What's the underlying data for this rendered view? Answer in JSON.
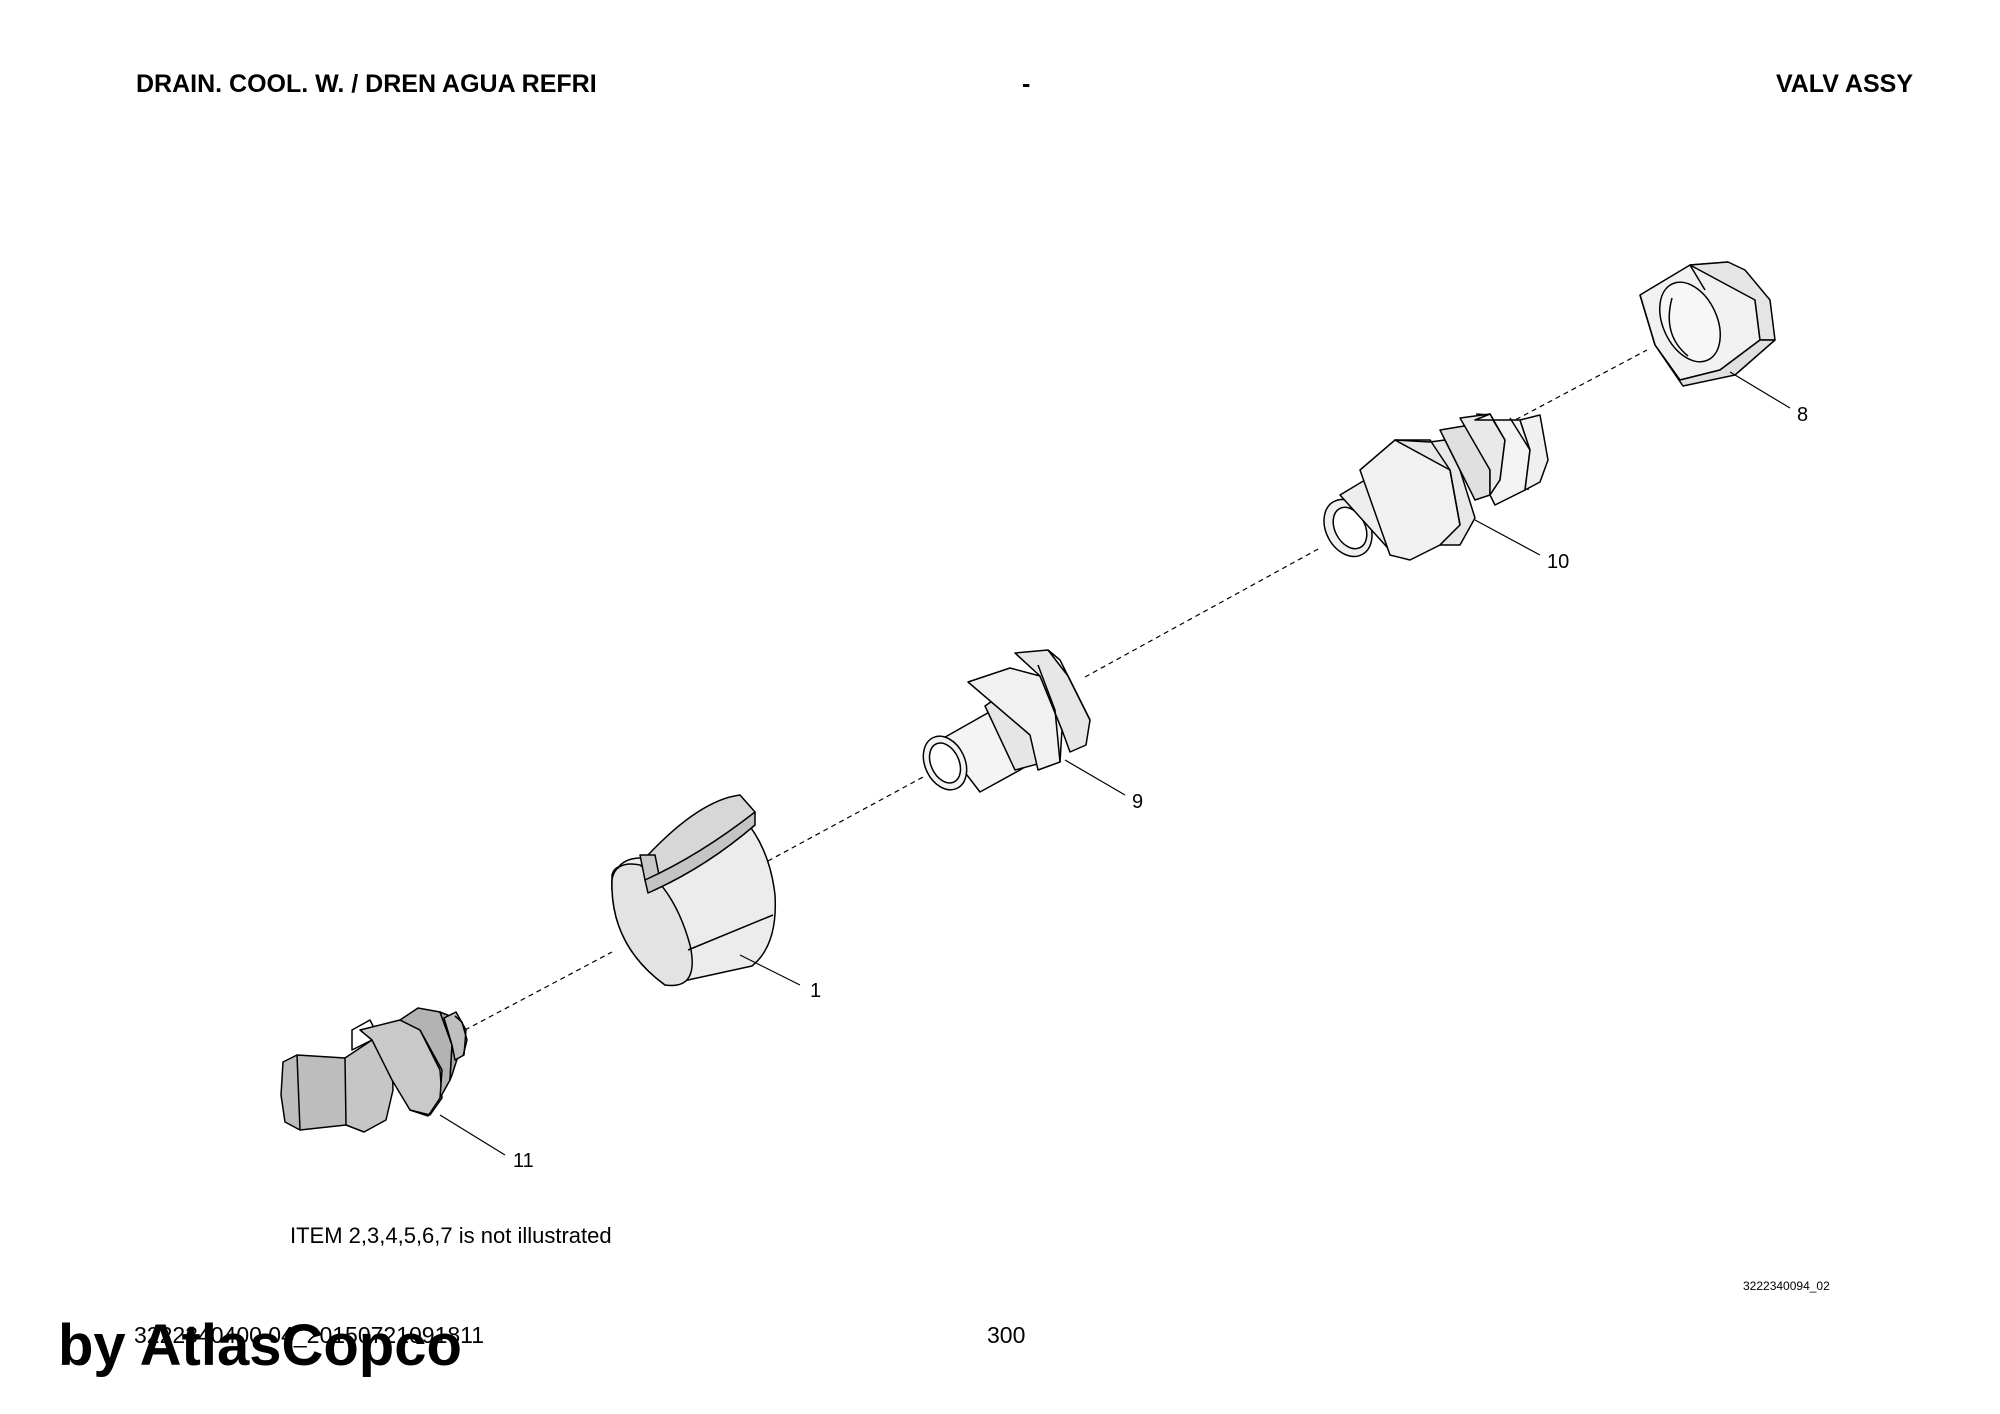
{
  "header": {
    "left_title": "DRAIN. COOL. W. / DREN AGUA REFRI",
    "center": "-",
    "right_title": "VALV ASSY"
  },
  "callouts": [
    "1",
    "8",
    "9",
    "10",
    "11"
  ],
  "note": "ITEM 2,3,4,5,6,7 is not illustrated",
  "drawing_number": "3222340094_02",
  "footer": {
    "document_id": "3222340400 04_20150721091811",
    "page_number": "300",
    "watermark": "by AtlasCopco"
  }
}
